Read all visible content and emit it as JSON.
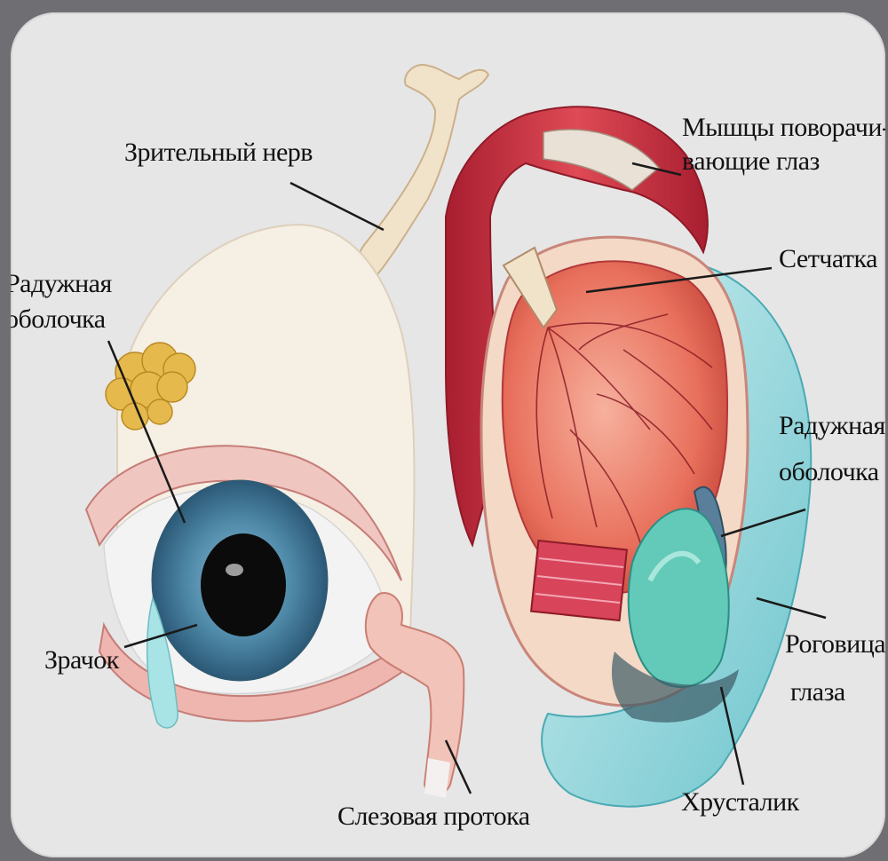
{
  "labels": {
    "optic_nerve": "Зрительный нерв",
    "eye_muscles_line1": "Мышцы поворачи-",
    "eye_muscles_line2": "вающие глаз",
    "retina": "Сетчатка",
    "iris_left_line1": "Радужная",
    "iris_left_line2": "оболочка",
    "iris_right_line1": "Радужная",
    "iris_right_line2": "оболочка",
    "pupil": "Зрачок",
    "cornea_line1": "Роговица",
    "cornea_line2": "глаза",
    "tear_duct": "Слезовая протока",
    "lens": "Хрусталик"
  },
  "colors": {
    "background": "#6f6f73",
    "card": "#e6e6e6",
    "sclera": "#f5efe4",
    "muscle": "#c8283a",
    "retina": "#e87a66",
    "iris": "#4f89a8",
    "cornea": "#7fd0d6",
    "lens": "#63c9b8",
    "fat": "#e5b84a"
  }
}
